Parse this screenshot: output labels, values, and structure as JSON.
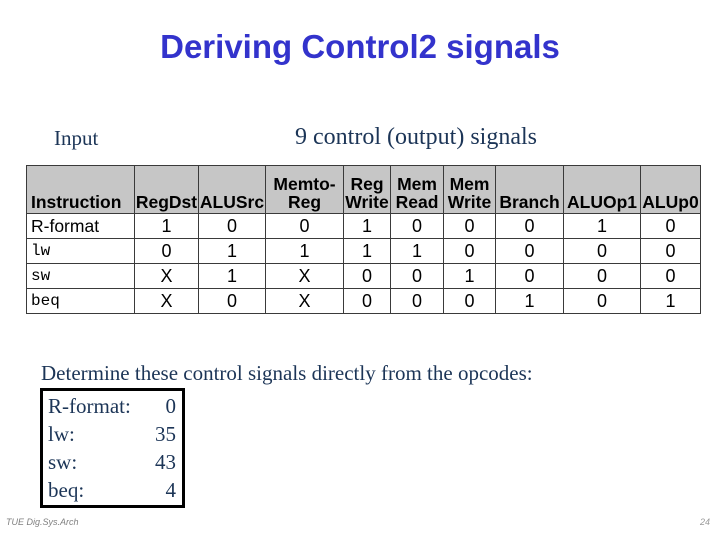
{
  "slide": {
    "title": "Deriving Control2 signals",
    "page_number": "24",
    "footer": "TUE Dig.Sys.Arch",
    "title_color": "#3333cc",
    "body_color": "#1c3557",
    "header_fill": "#c6c6c6"
  },
  "captions": {
    "input": "Input",
    "signals": "9 control (output) signals"
  },
  "table": {
    "headers": [
      {
        "line1": "",
        "line2": "Instruction"
      },
      {
        "line1": "",
        "line2": "RegDst"
      },
      {
        "line1": "",
        "line2": "ALUSrc"
      },
      {
        "line1": "Memto-",
        "line2": "Reg"
      },
      {
        "line1": "Reg",
        "line2": "Write"
      },
      {
        "line1": "Mem",
        "line2": "Read"
      },
      {
        "line1": "Mem",
        "line2": "Write"
      },
      {
        "line1": "",
        "line2": "Branch"
      },
      {
        "line1": "",
        "line2": "ALUOp1"
      },
      {
        "line1": "",
        "line2": "ALUp0"
      }
    ],
    "rows": [
      {
        "instruction": "R-format",
        "mono": false,
        "values": [
          "1",
          "0",
          "0",
          "1",
          "0",
          "0",
          "0",
          "1",
          "0"
        ]
      },
      {
        "instruction": "lw",
        "mono": true,
        "values": [
          "0",
          "1",
          "1",
          "1",
          "1",
          "0",
          "0",
          "0",
          "0"
        ]
      },
      {
        "instruction": "sw",
        "mono": true,
        "values": [
          "X",
          "1",
          "X",
          "0",
          "0",
          "1",
          "0",
          "0",
          "0"
        ]
      },
      {
        "instruction": "beq",
        "mono": true,
        "values": [
          "X",
          "0",
          "X",
          "0",
          "0",
          "0",
          "1",
          "0",
          "1"
        ]
      }
    ]
  },
  "determine": {
    "text": "Determine these control signals directly from the opcodes:"
  },
  "opcodes": [
    {
      "label": "R-format:",
      "value": "0"
    },
    {
      "label": "lw:",
      "value": "35"
    },
    {
      "label": "sw:",
      "value": "43"
    },
    {
      "label": "beq:",
      "value": "4"
    }
  ]
}
